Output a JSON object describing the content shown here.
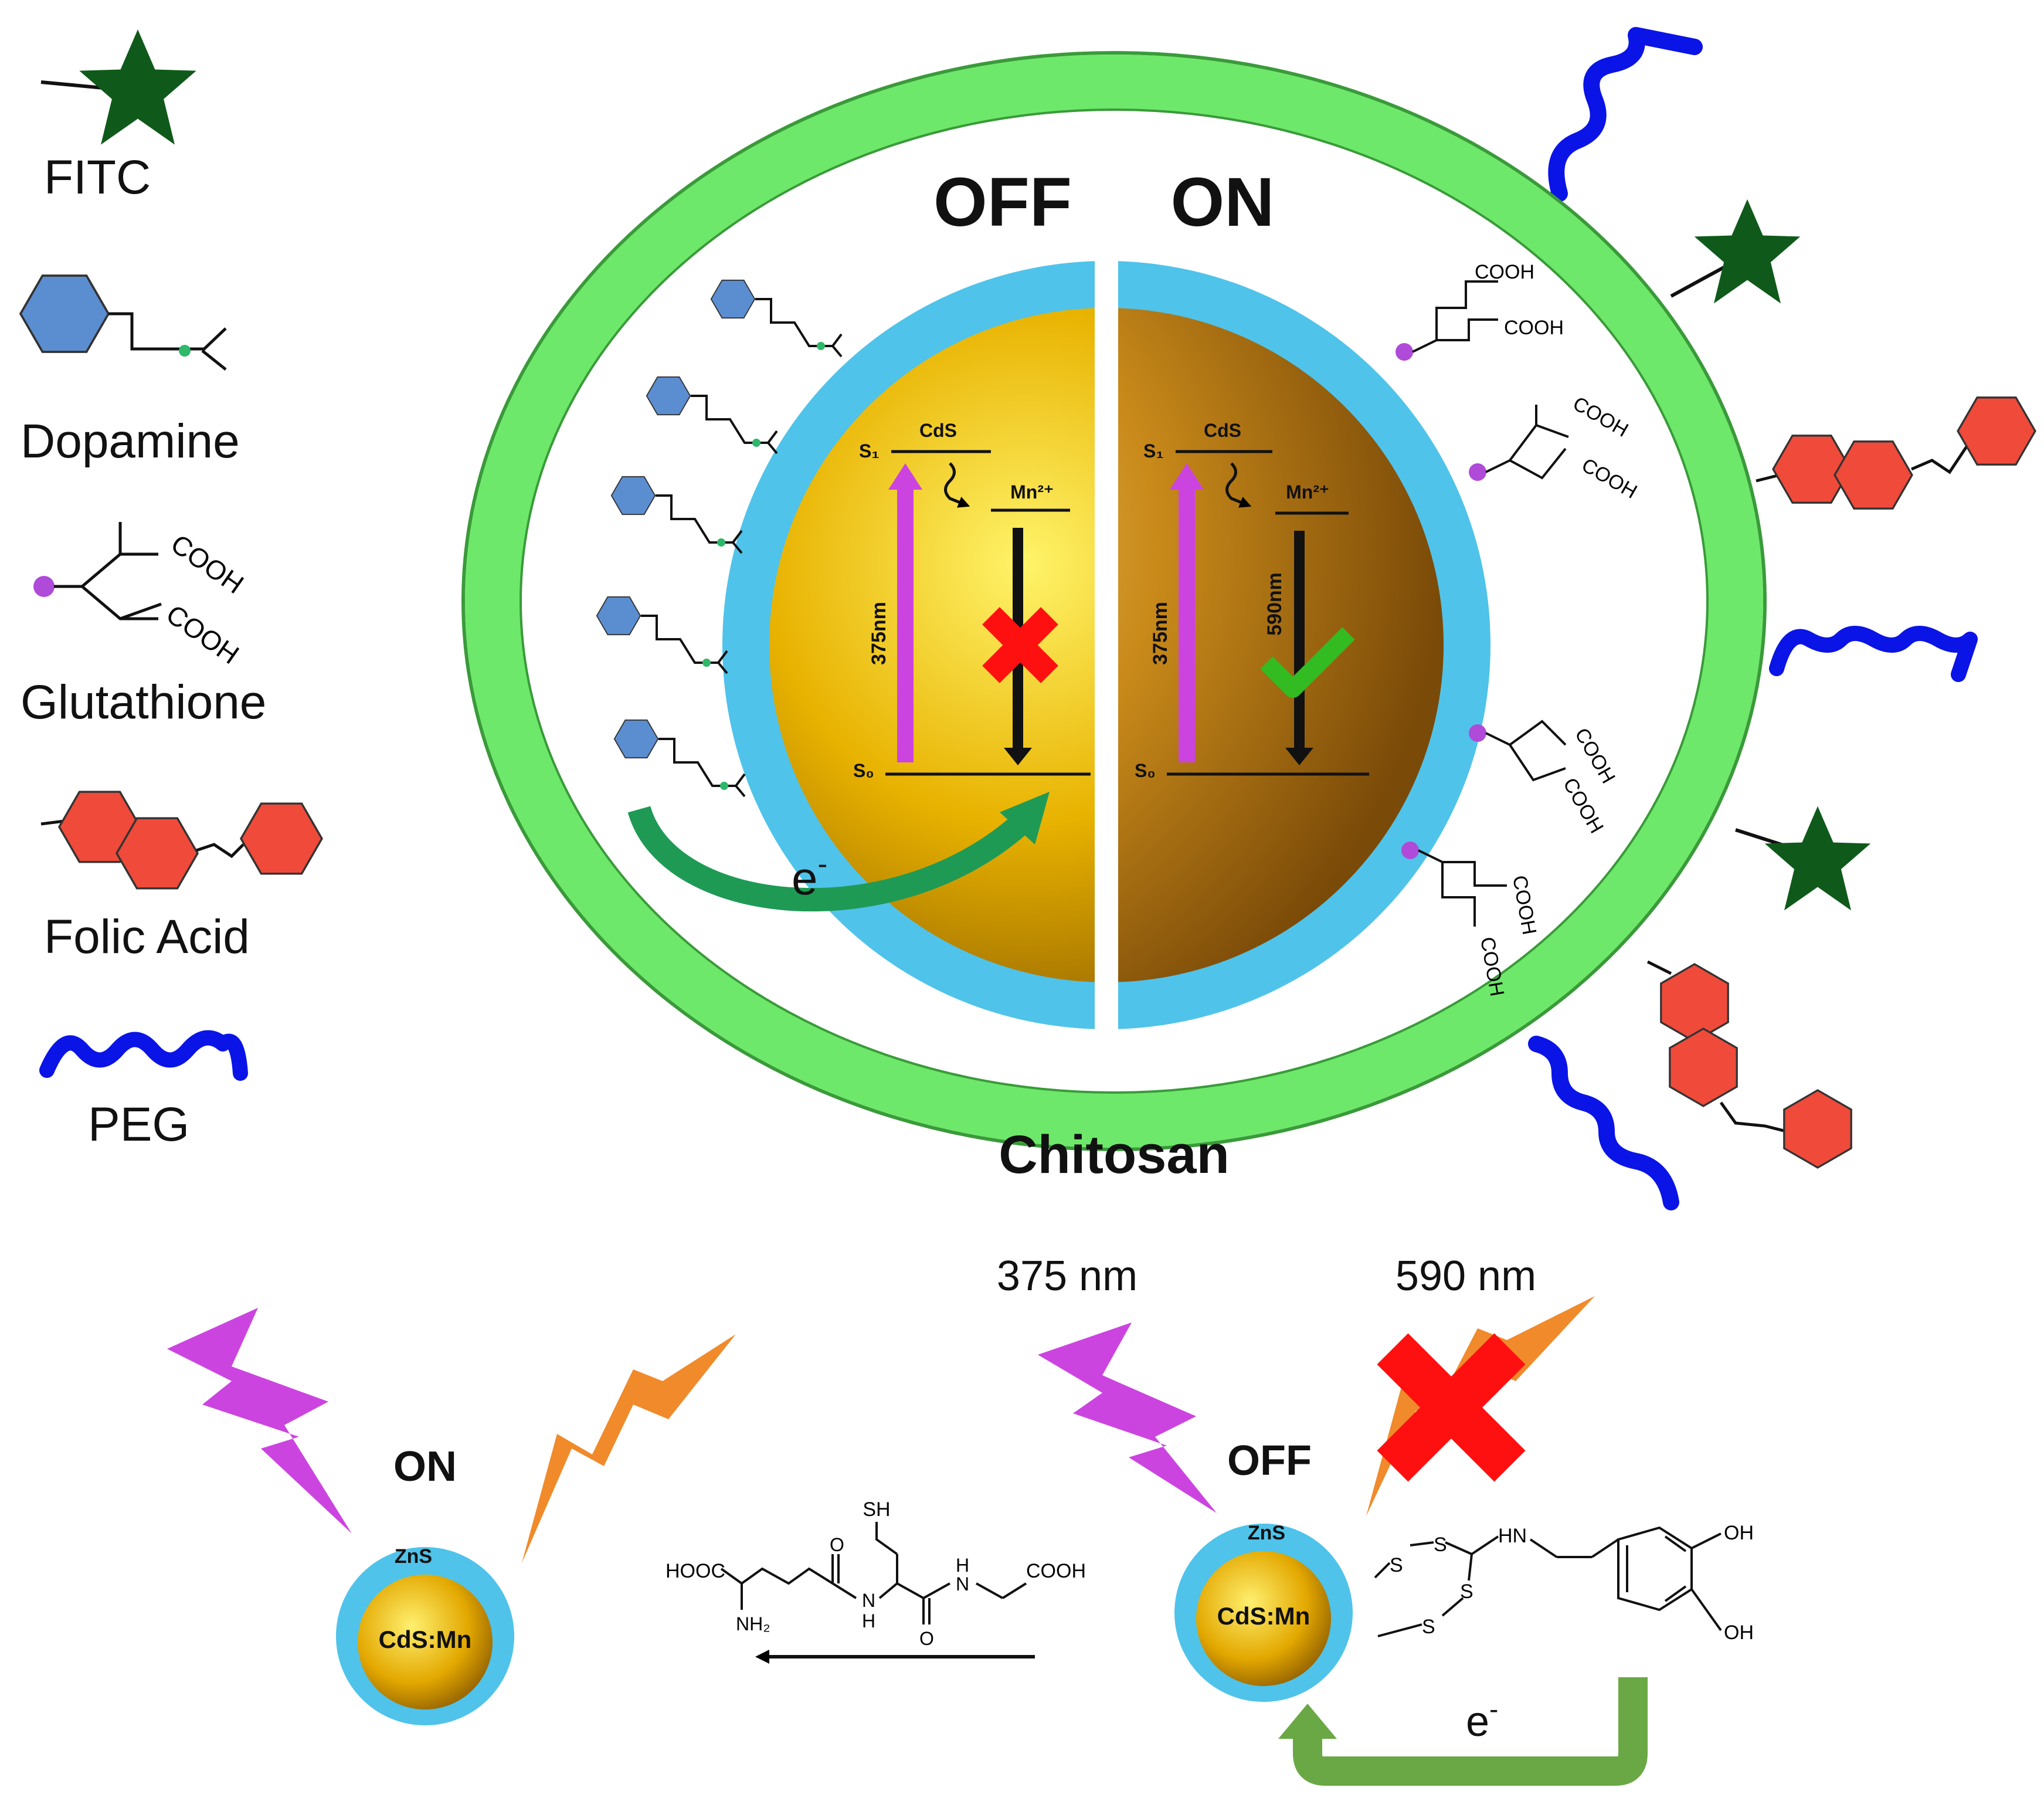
{
  "legend": {
    "fitc": "FITC",
    "dopamine": "Dopamine",
    "glutathione": "Glutathione",
    "folic_acid": "Folic Acid",
    "peg": "PEG"
  },
  "main": {
    "off_label": "OFF",
    "on_label": "ON",
    "shell_label": "Chitosan",
    "electron_label": "e",
    "electron_superscript": "-",
    "cooh": "COOH",
    "left_core": {
      "cds": "CdS",
      "mn": "Mn²⁺",
      "s1": "S₁",
      "s0": "S₀",
      "excitation": "375nm"
    },
    "right_core": {
      "cds": "CdS",
      "mn": "Mn²⁺",
      "s1": "S₁",
      "s0": "S₀",
      "excitation": "375nm",
      "emission": "590nm"
    }
  },
  "bottom": {
    "wavelength_excitation": "375 nm",
    "wavelength_emission": "590 nm",
    "left_state": "ON",
    "right_state": "OFF",
    "shell": "ZnS",
    "core": "CdS:Mn",
    "electron_label": "e",
    "electron_superscript": "-",
    "gsh": {
      "sh": "SH",
      "hooc": "HOOC",
      "nh2": "NH₂",
      "nh_1": "N",
      "h_1": "H",
      "nh_2": "N",
      "h_2": "H",
      "o_1": "O",
      "o_2": "O",
      "cooh": "COOH"
    },
    "dopamine_complex": {
      "s": "S",
      "hn": "HN",
      "oh": "OH"
    }
  },
  "colors": {
    "chitosan": "#6ee86a",
    "zns_shell": "#4fc3ea",
    "core": "#e8b200",
    "excitation": "#cc44e0",
    "emission": "#f08a2a",
    "fitc": "#0f5a1a",
    "peg": "#0a14e6",
    "folic_acid": "#f04a3a",
    "dopamine": "#5b8ed0",
    "glutathione": "#b04ad8",
    "cross": "#ff1010",
    "check": "#33bb22",
    "electron_arrow_main": "#1e9a55",
    "electron_arrow_bottom": "#6aa845"
  }
}
